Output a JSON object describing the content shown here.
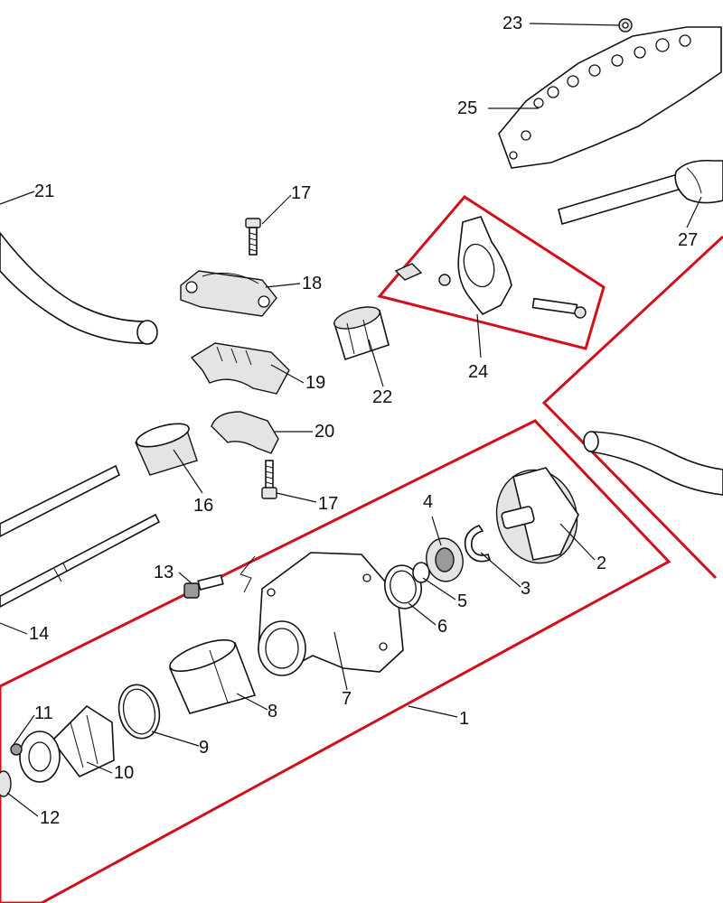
{
  "labels": [
    "1",
    "2",
    "3",
    "4",
    "5",
    "6",
    "7",
    "8",
    "9",
    "10",
    "11",
    "12",
    "13",
    "14",
    "16",
    "17",
    "17",
    "18",
    "19",
    "20",
    "21",
    "22",
    "23",
    "24",
    "25",
    "27"
  ],
  "colors": {
    "highlight": "#d0101a",
    "line": "#111111"
  }
}
